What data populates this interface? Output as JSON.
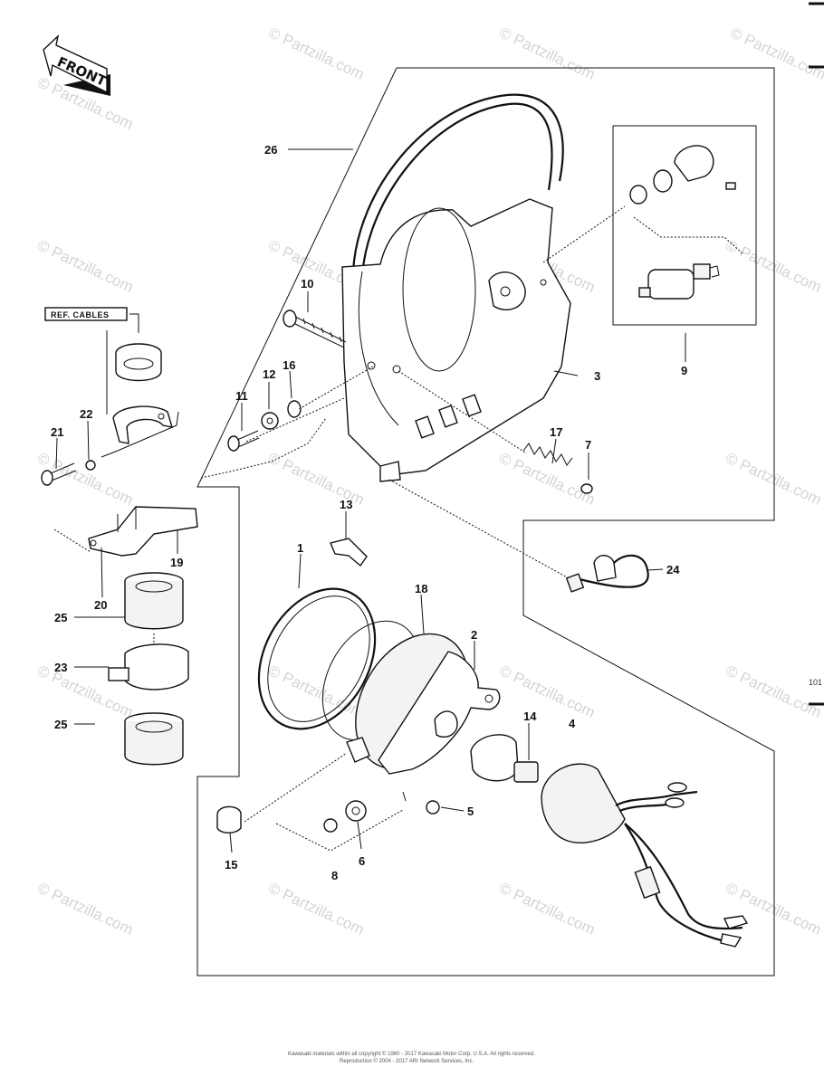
{
  "front_badge": "FRONT",
  "ref_cables": "REF. CABLES",
  "watermarks": [
    "© Partzilla.com"
  ],
  "callouts": {
    "c1": "1",
    "c2": "2",
    "c3": "3",
    "c4": "4",
    "c5": "5",
    "c6": "6",
    "c7": "7",
    "c8": "8",
    "c9": "9",
    "c10": "10",
    "c11": "11",
    "c12": "12",
    "c13": "13",
    "c14": "14",
    "c15": "15",
    "c16": "16",
    "c17": "17",
    "c18": "18",
    "c19": "19",
    "c20": "20",
    "c21": "21",
    "c22": "22",
    "c23": "23",
    "c24": "24",
    "c25a": "25",
    "c25b": "25",
    "c26": "26"
  },
  "side_mark": "101",
  "footer": {
    "line1": "Kawasaki materials within all copyright © 1960 - 2017 Kawasaki Motor Corp. U.S.A. All rights reserved.",
    "line2": "Reproduction © 2004 - 2017 ARI Network Services, Inc."
  }
}
